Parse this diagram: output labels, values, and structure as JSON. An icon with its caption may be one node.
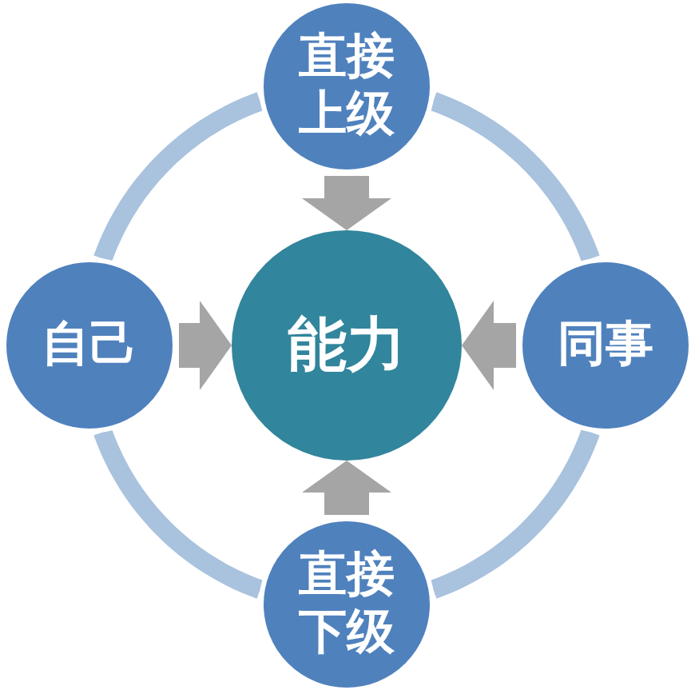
{
  "diagram": {
    "nodes": [
      {
        "text": [
          "直接上级"
        ]
      },
      {
        "text": [
          "自己"
        ]
      },
      {
        "text": [
          "能力"
        ]
      },
      {
        "text": [
          "同事"
        ]
      },
      {
        "text": [
          "直接下级"
        ]
      }
    ],
    "edges": [
      {
        "from": 0,
        "to": 2,
        "arrow": "to",
        "color": "#a5a5a5"
      },
      {
        "from": 1,
        "to": 2,
        "arrow": "to",
        "color": "#a5a5a5"
      },
      {
        "from": 3,
        "to": 2,
        "arrow": "to",
        "color": "#a5a5a5"
      },
      {
        "from": 4,
        "to": 2,
        "arrow": "to",
        "color": "#a5a5a5"
      },
      {
        "from": 0,
        "to": 3,
        "arrow": "none",
        "color": "#a9c2de"
      },
      {
        "from": 3,
        "to": 4,
        "arrow": "none",
        "color": "#a9c2de"
      },
      {
        "from": 4,
        "to": 1,
        "arrow": "none",
        "color": "#a9c2de"
      },
      {
        "from": 1,
        "to": 0,
        "arrow": "none",
        "color": "#a9c2de"
      }
    ]
  }
}
